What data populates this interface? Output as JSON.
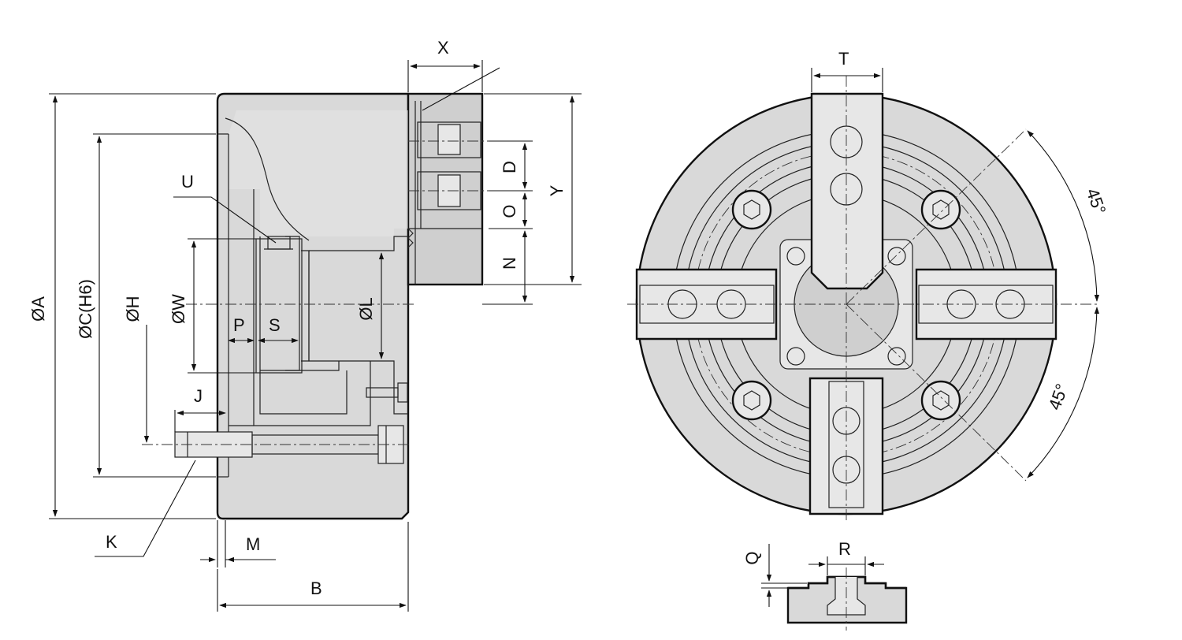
{
  "drawing": {
    "side_view_labels": {
      "dia_a": "ØA",
      "dia_c": "ØC(H6)",
      "dia_h": "ØH",
      "dia_w": "ØW",
      "dia_l": "ØL",
      "b": "B",
      "d": "D",
      "j": "J",
      "k": "K",
      "m": "M",
      "n": "N",
      "o": "O",
      "p": "P",
      "s": "S",
      "u": "U",
      "x": "X",
      "y": "Y"
    },
    "front_view_labels": {
      "t": "T",
      "angle_top": "45°",
      "angle_bottom": "45°"
    },
    "detail_labels": {
      "q": "Q",
      "r": "R"
    },
    "colors": {
      "line": "#111111",
      "body_fill": "#d9d9d9",
      "background": "#ffffff"
    }
  }
}
